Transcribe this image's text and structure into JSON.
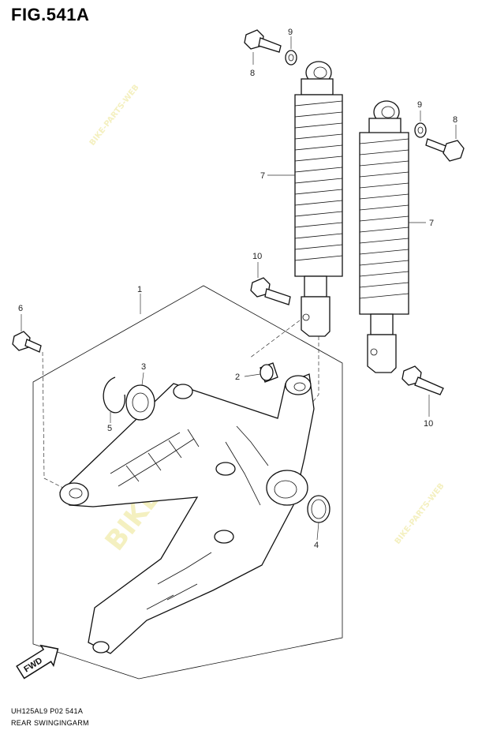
{
  "figure": {
    "title": "FIG.541A",
    "footer_code": "UH125AL9  P02  541A",
    "footer_name": "REAR SWINGINGARM"
  },
  "callouts": {
    "c1": "1",
    "c2": "2",
    "c3": "3",
    "c4": "4",
    "c5": "5",
    "c6": "6",
    "c7a": "7",
    "c7b": "7",
    "c8a": "8",
    "c8b": "8",
    "c9a": "9",
    "c9b": "9",
    "c10a": "10",
    "c10b": "10"
  },
  "fwd_badge": "FWD",
  "watermark": {
    "main": "BIKE-PARTS",
    "small": "BIKE-PARTS-WEB"
  },
  "icons": {
    "fwd": "forward-arrow-icon"
  },
  "colors": {
    "line": "#111111",
    "watermark": "#f4f0c0"
  }
}
